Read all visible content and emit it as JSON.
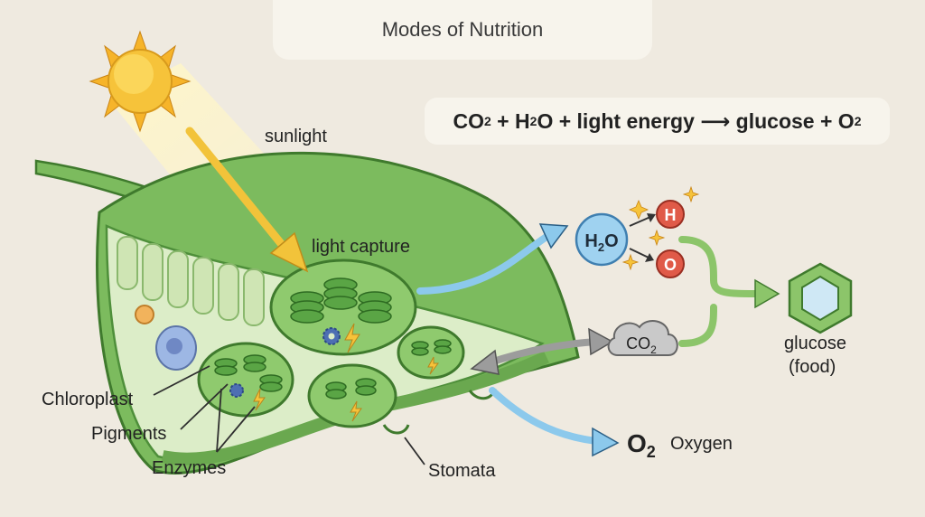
{
  "title": "Modes of Nutrition",
  "equation": {
    "co2": "CO",
    "co2_sub": "2",
    "plus1": " + ",
    "h2o_h": "H",
    "h2o_sub": "2",
    "h2o_o": "O",
    "plus2": " + light energy ",
    "arrow": "⟶",
    "glucose": " glucose + O",
    "o2_sub": "2"
  },
  "labels": {
    "sunlight": "sunlight",
    "light_capture": "light capture",
    "chloroplast": "Chloroplast",
    "pigments": "Pigments",
    "enzymes": "Enzymes",
    "stomata": "Stomata",
    "glucose": "glucose",
    "food": "(food)",
    "oxygen": "Oxygen"
  },
  "molecules": {
    "water_main": "H",
    "water_sub": "2",
    "water_end": "O",
    "hydrogen": "H",
    "oxygen_atom": "O",
    "co2_main": "CO",
    "co2_sub": "2",
    "o2_main": "O",
    "o2_sub": "2"
  },
  "colors": {
    "background": "#efeae0",
    "leaf": "#7cbb5e",
    "leaf_dark": "#4e8f3a",
    "chloroplast": "#8fca6e",
    "sun": "#f6c33a",
    "arrow_blue": "#8cc9ec",
    "arrow_green": "#8cc56a",
    "water": "#9fd2f0",
    "atom_red": "#e05a48",
    "cloud": "#c9c9c9"
  },
  "icons": [
    "sun-icon",
    "gear-icon",
    "lightning-icon",
    "hexagon-icon",
    "cloud-icon",
    "sparkle-icon"
  ]
}
